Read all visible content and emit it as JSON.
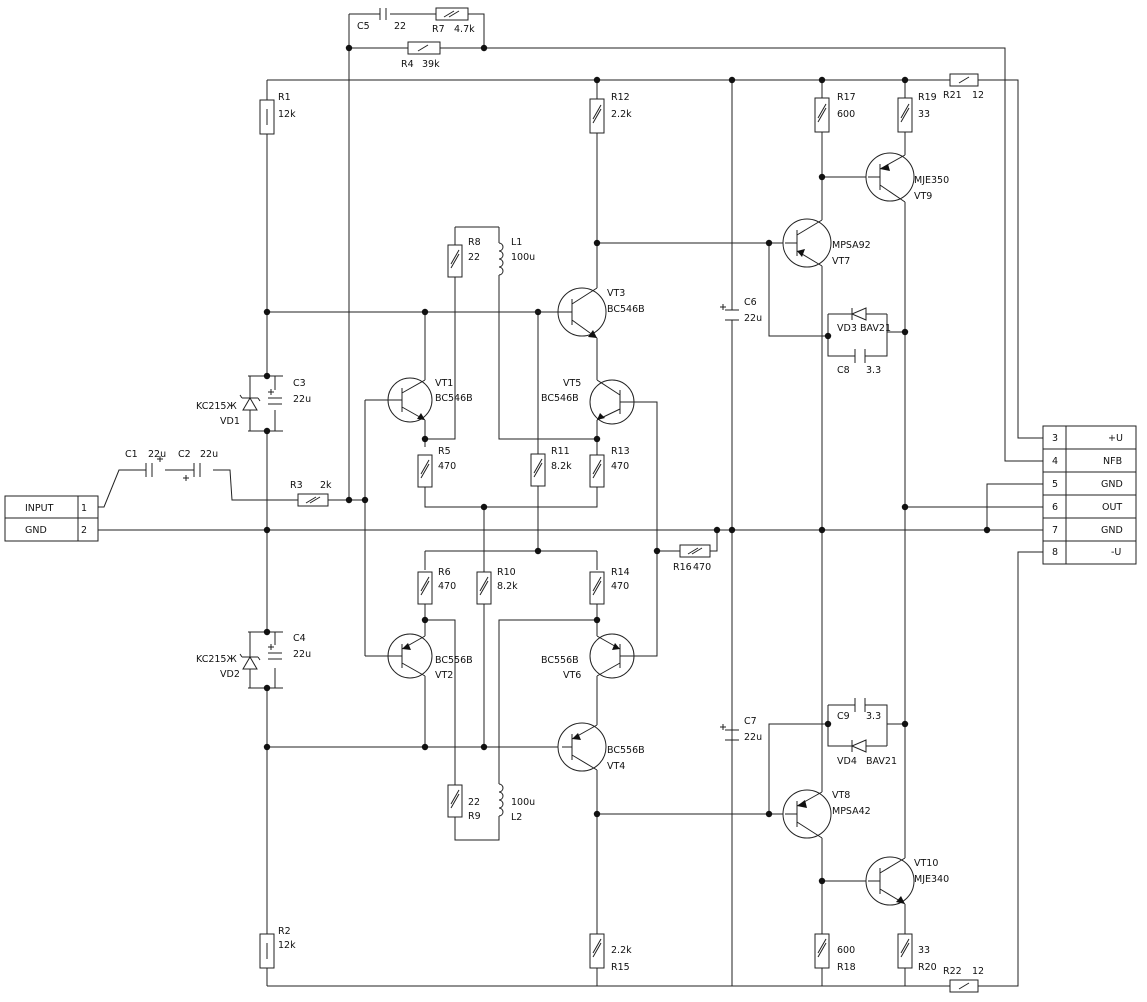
{
  "colors": {
    "wire": "#222222",
    "background": "#ffffff",
    "text": "#111111"
  },
  "connector_in": [
    {
      "name": "INPUT",
      "pin": "1"
    },
    {
      "name": "GND",
      "pin": "2"
    }
  ],
  "connector_out": [
    {
      "pin": "3",
      "name": "+U"
    },
    {
      "pin": "4",
      "name": "NFB"
    },
    {
      "pin": "5",
      "name": "GND"
    },
    {
      "pin": "6",
      "name": "OUT"
    },
    {
      "pin": "7",
      "name": "GND"
    },
    {
      "pin": "8",
      "name": "-U"
    }
  ],
  "resistors": [
    {
      "ref": "R1",
      "value": "12k"
    },
    {
      "ref": "R2",
      "value": "12k"
    },
    {
      "ref": "R3",
      "value": "2k"
    },
    {
      "ref": "R4",
      "value": "39k"
    },
    {
      "ref": "R5",
      "value": "470"
    },
    {
      "ref": "R6",
      "value": "470"
    },
    {
      "ref": "R7",
      "value": "4.7k"
    },
    {
      "ref": "R8",
      "value": "22"
    },
    {
      "ref": "R9",
      "value": "22"
    },
    {
      "ref": "R10",
      "value": "8.2k"
    },
    {
      "ref": "R11",
      "value": "8.2k"
    },
    {
      "ref": "R12",
      "value": "2.2k"
    },
    {
      "ref": "R13",
      "value": "470"
    },
    {
      "ref": "R14",
      "value": "470"
    },
    {
      "ref": "R15",
      "value": "2.2k"
    },
    {
      "ref": "R16",
      "value": "470"
    },
    {
      "ref": "R17",
      "value": "600"
    },
    {
      "ref": "R18",
      "value": "600"
    },
    {
      "ref": "R19",
      "value": "33"
    },
    {
      "ref": "R20",
      "value": "33"
    },
    {
      "ref": "R21",
      "value": "12"
    },
    {
      "ref": "R22",
      "value": "12"
    }
  ],
  "capacitors": [
    {
      "ref": "C1",
      "value": "22u"
    },
    {
      "ref": "C2",
      "value": "22u"
    },
    {
      "ref": "C3",
      "value": "22u"
    },
    {
      "ref": "C4",
      "value": "22u"
    },
    {
      "ref": "C5",
      "value": "22"
    },
    {
      "ref": "C6",
      "value": "22u"
    },
    {
      "ref": "C7",
      "value": "22u"
    },
    {
      "ref": "C8",
      "value": "3.3"
    },
    {
      "ref": "C9",
      "value": "3.3"
    }
  ],
  "inductors": [
    {
      "ref": "L1",
      "value": "100u"
    },
    {
      "ref": "L2",
      "value": "100u"
    }
  ],
  "diodes": [
    {
      "ref": "VD1",
      "type": "KC215Ж"
    },
    {
      "ref": "VD2",
      "type": "KC215Ж"
    },
    {
      "ref": "VD3",
      "type": "BAV21"
    },
    {
      "ref": "VD4",
      "type": "BAV21"
    }
  ],
  "transistors": [
    {
      "ref": "VT1",
      "type": "BC546B"
    },
    {
      "ref": "VT2",
      "type": "BC556B"
    },
    {
      "ref": "VT3",
      "type": "BC546B"
    },
    {
      "ref": "VT4",
      "type": "BC556B"
    },
    {
      "ref": "VT5",
      "type": "BC546B"
    },
    {
      "ref": "VT6",
      "type": "BC556B"
    },
    {
      "ref": "VT7",
      "type": "MPSA92"
    },
    {
      "ref": "VT8",
      "type": "MPSA42"
    },
    {
      "ref": "VT9",
      "type": "MJE350"
    },
    {
      "ref": "VT10",
      "type": "MJE340"
    }
  ]
}
